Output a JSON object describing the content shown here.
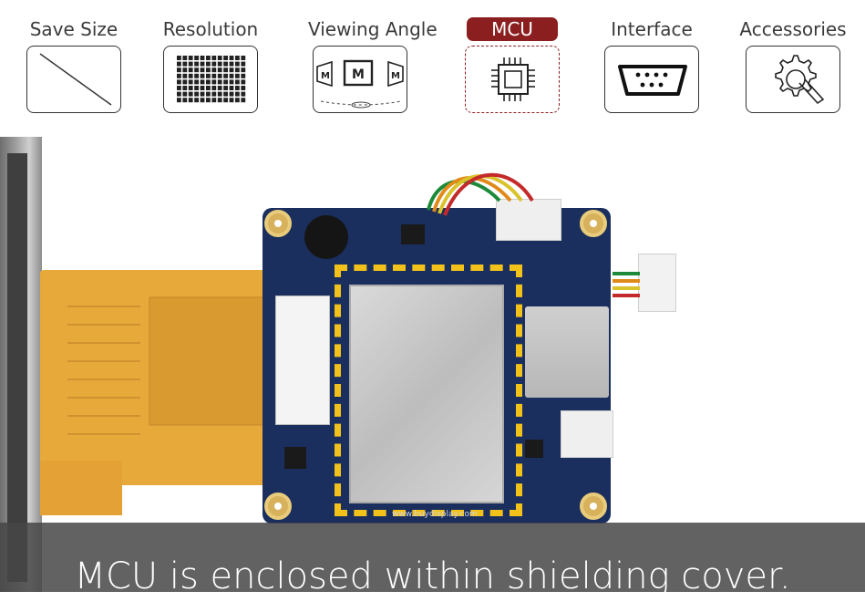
{
  "tabs": [
    {
      "label": "Save Size",
      "icon": "diagonal-line-icon",
      "active": false
    },
    {
      "label": "Resolution",
      "icon": "pixel-grid-icon",
      "active": false
    },
    {
      "label": "Viewing Angle",
      "icon": "viewing-angle-icon",
      "active": false
    },
    {
      "label": "MCU",
      "icon": "chip-icon",
      "active": true
    },
    {
      "label": "Interface",
      "icon": "serial-port-icon",
      "active": false
    },
    {
      "label": "Accessories",
      "icon": "gear-wrench-icon",
      "active": false
    }
  ],
  "active_color": "#8b1e1e",
  "highlight_color": "#f2c21b",
  "photo": {
    "watermark": "www.buydisplay.com"
  },
  "caption": "MCU is enclosed within shielding cover."
}
